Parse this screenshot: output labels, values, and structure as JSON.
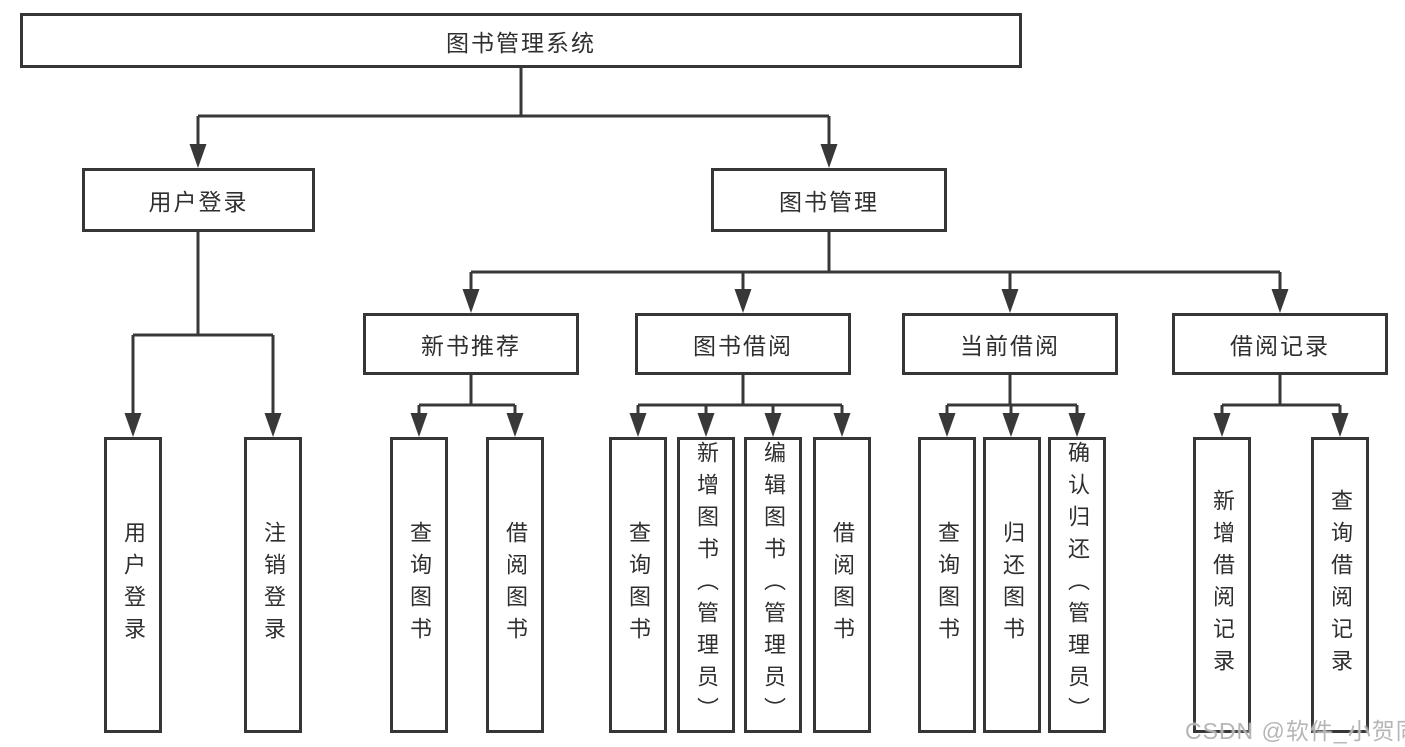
{
  "diagram": {
    "root": {
      "label": "图书管理系统"
    },
    "branches": [
      {
        "label": "用户登录"
      },
      {
        "label": "图书管理"
      }
    ],
    "modules": [
      {
        "label": "新书推荐"
      },
      {
        "label": "图书借阅"
      },
      {
        "label": "当前借阅"
      },
      {
        "label": "借阅记录"
      }
    ],
    "leaves": [
      {
        "label": "用户登录"
      },
      {
        "label": "注销登录"
      },
      {
        "label": "查询图书"
      },
      {
        "label": "借阅图书"
      },
      {
        "label": "查询图书"
      },
      {
        "label": "新增图书（管理员）"
      },
      {
        "label": "编辑图书（管理员）"
      },
      {
        "label": "借阅图书"
      },
      {
        "label": "查询图书"
      },
      {
        "label": "归还图书"
      },
      {
        "label": "确认归还（管理员）"
      },
      {
        "label": "新增借阅记录"
      },
      {
        "label": "查询借阅记录"
      }
    ]
  },
  "watermark": {
    "text": "CSDN @软件_小贺同学"
  },
  "colors": {
    "line": "#383838",
    "text": "#2f2f2f",
    "background": "#ffffff",
    "watermark": "#b2b2b2"
  }
}
